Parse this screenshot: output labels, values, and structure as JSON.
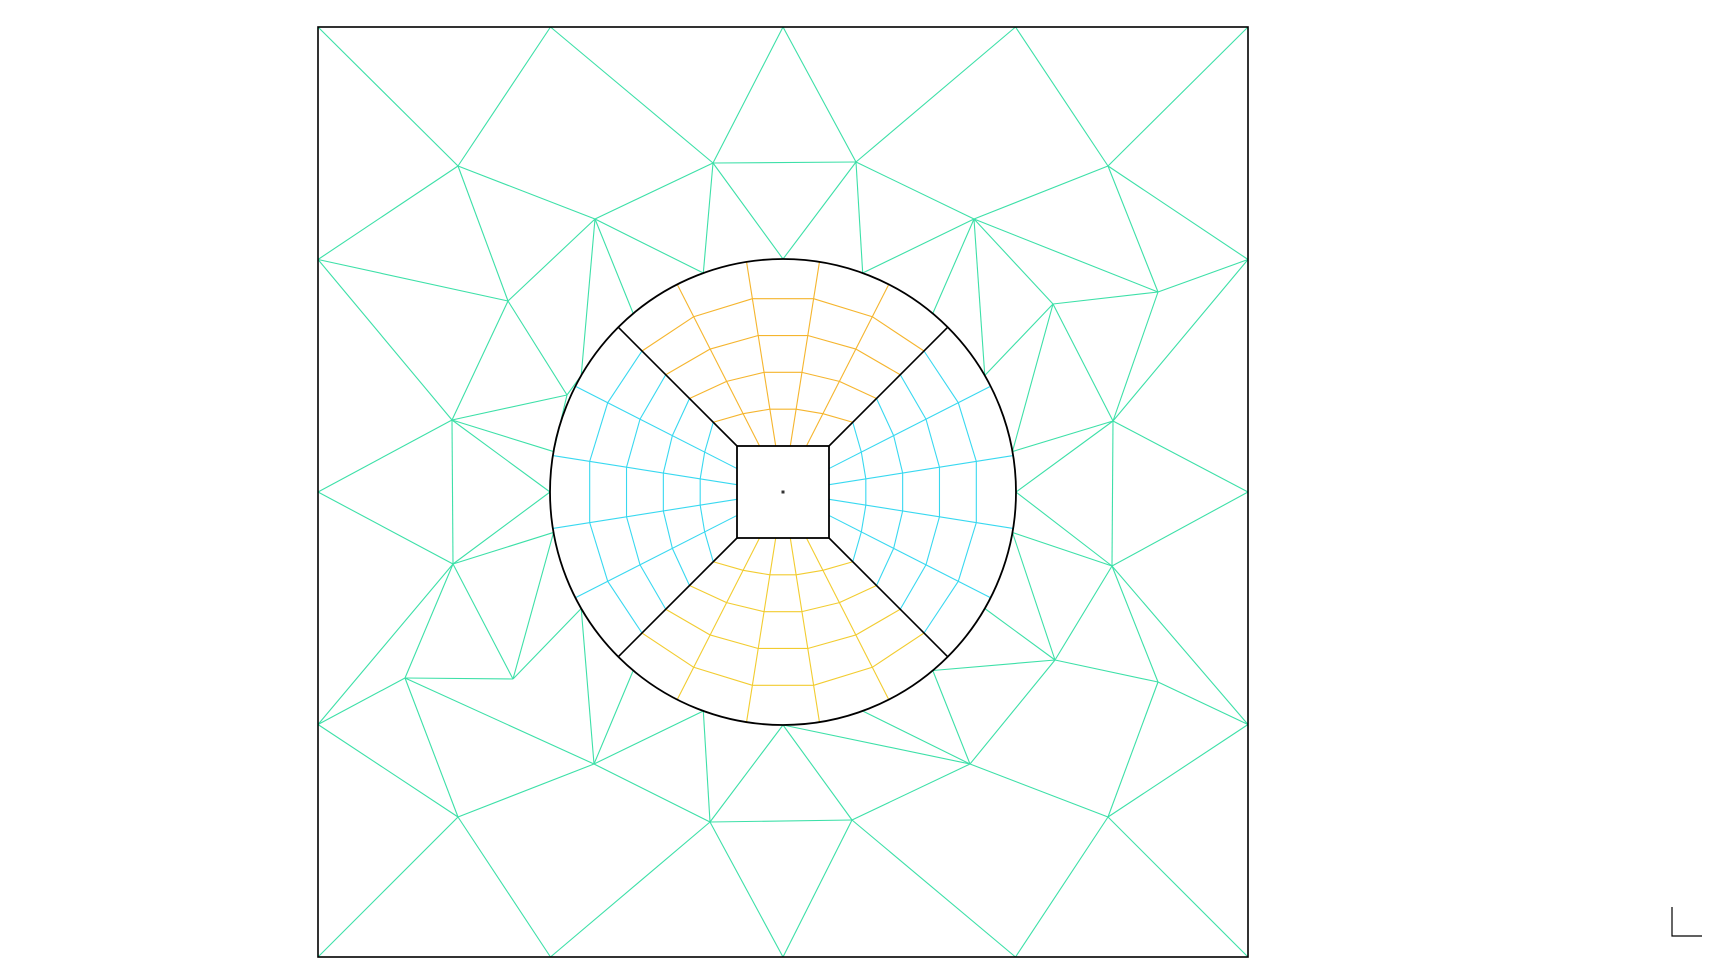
{
  "viewport": {
    "background": "#ffffff"
  },
  "colors": {
    "outer_mesh": "#3de0a8",
    "inner_side_mesh": "#38d8f0",
    "inner_top_mesh": "#f5b52e",
    "inner_bottom_mesh": "#f2cc30",
    "geometry_edges": "#000000",
    "center_point": "#333333"
  },
  "mesh": {
    "element_types": [
      "triangle",
      "quadrilateral"
    ],
    "outer_region": "triangles",
    "inner_region": "quadrilaterals",
    "inner_radial_divisions": 5,
    "inner_arc_divisions_per_sector": 5
  },
  "icons": {
    "coordinate_triad": "axis-triad-icon",
    "center_marker": "center-point-icon"
  }
}
